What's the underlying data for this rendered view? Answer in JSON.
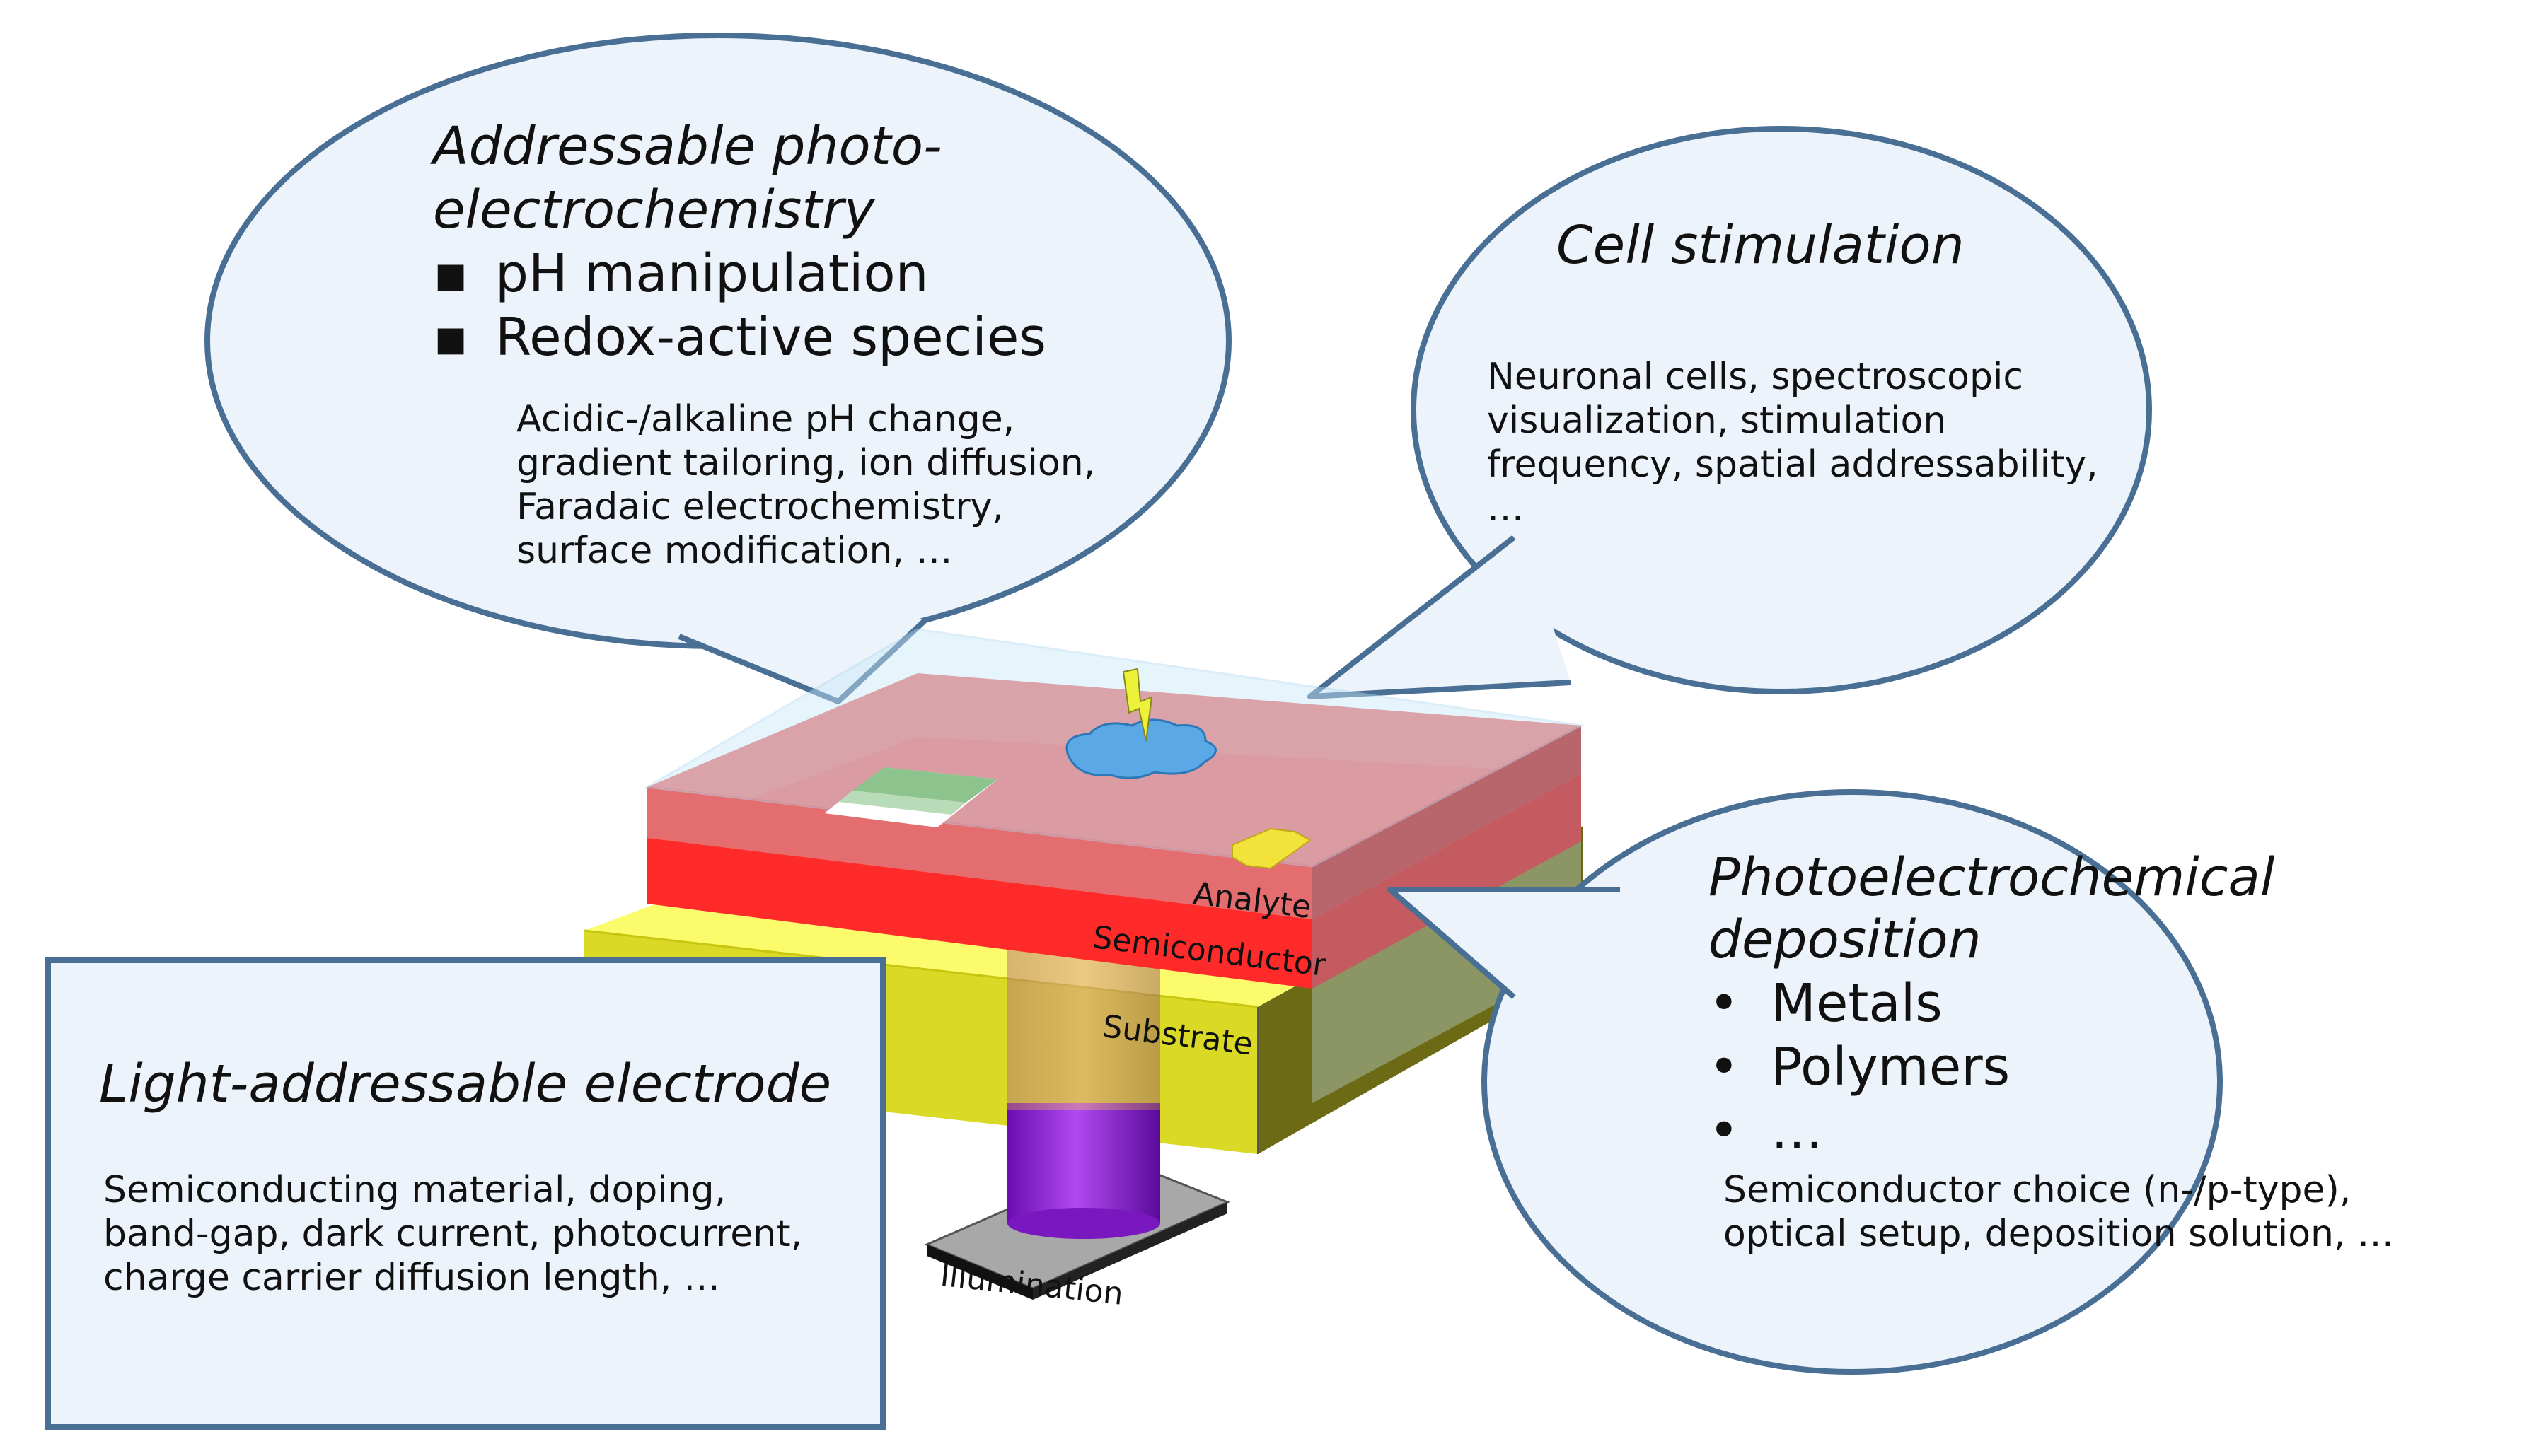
{
  "colors": {
    "bubble_fill": "#edf3fa",
    "bubble_stroke": "#4a6f95",
    "analyte": "#ee5a5a",
    "semiconductor": "#ff2222",
    "substrate": "#dada2a",
    "illumination": "#8a1ed0"
  },
  "bubbles": {
    "addressable": {
      "title": "Addressable photo-electrochemistry",
      "title_lines": [
        "Addressable photo-",
        "electrochemistry"
      ],
      "bullets": [
        "pH manipulation",
        "Redox-active species"
      ],
      "bullet_marker": "▪",
      "details": [
        "Acidic-/alkaline pH change,",
        "gradient tailoring, ion diffusion,",
        "Faradaic electrochemistry,",
        "surface modification, …"
      ]
    },
    "cell_stimulation": {
      "title": "Cell stimulation",
      "details": [
        "Neuronal cells, spectroscopic",
        "visualization, stimulation",
        "frequency, spatial addressability,",
        "…"
      ]
    },
    "deposition": {
      "title_lines": [
        "Photoelectrochemical",
        "deposition"
      ],
      "bullets": [
        "Metals",
        "Polymers",
        "…"
      ],
      "bullet_marker": "•",
      "details": [
        "Semiconductor choice (n-/p-type),",
        "optical setup, deposition solution, …"
      ]
    },
    "electrode": {
      "title": "Light-addressable electrode",
      "details": [
        "Semiconducting material, doping,",
        "band-gap, dark current, photocurrent,",
        "charge carrier diffusion length, …"
      ]
    }
  },
  "layers": {
    "analyte": "Analyte",
    "semiconductor": "Semiconductor",
    "substrate": "Substrate",
    "illumination": "Illumination"
  }
}
